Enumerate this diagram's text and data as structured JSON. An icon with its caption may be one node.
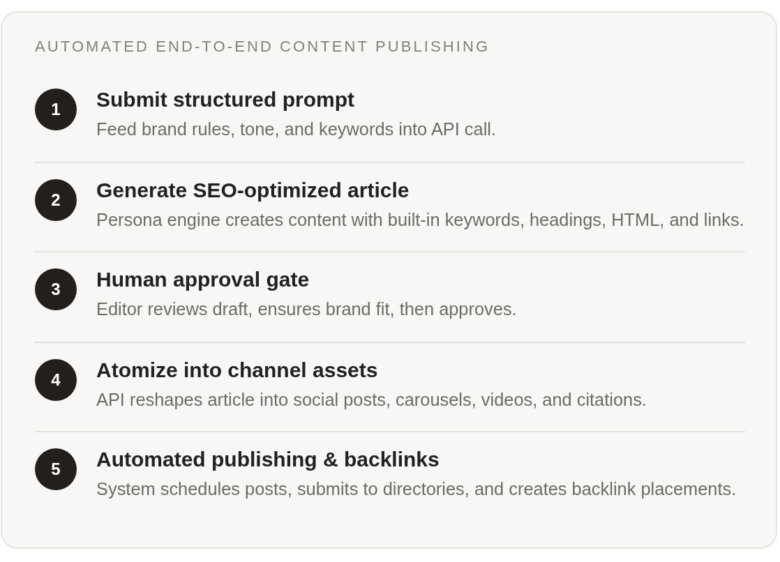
{
  "diagram": {
    "title": "AUTOMATED END-TO-END CONTENT PUBLISHING",
    "nodes": [
      {
        "text": [
          "1"
        ],
        "beside": [
          "Submit structured prompt",
          "Feed brand rules, tone, and keywords into API call."
        ]
      },
      {
        "text": [
          "2"
        ],
        "beside": [
          "Generate SEO-optimized article",
          "Persona engine creates content with built-in keywords, headings, HTML, and links."
        ]
      },
      {
        "text": [
          "3"
        ],
        "beside": [
          "Human approval gate",
          "Editor reviews draft, ensures brand fit, then approves."
        ]
      },
      {
        "text": [
          "4"
        ],
        "beside": [
          "Atomize into channel assets",
          "API reshapes article into social posts, carousels, videos, and citations."
        ]
      },
      {
        "text": [
          "5"
        ],
        "beside": [
          "Automated publishing & backlinks",
          "System schedules posts, submits to directories, and creates backlink placements."
        ]
      }
    ],
    "edges": []
  }
}
